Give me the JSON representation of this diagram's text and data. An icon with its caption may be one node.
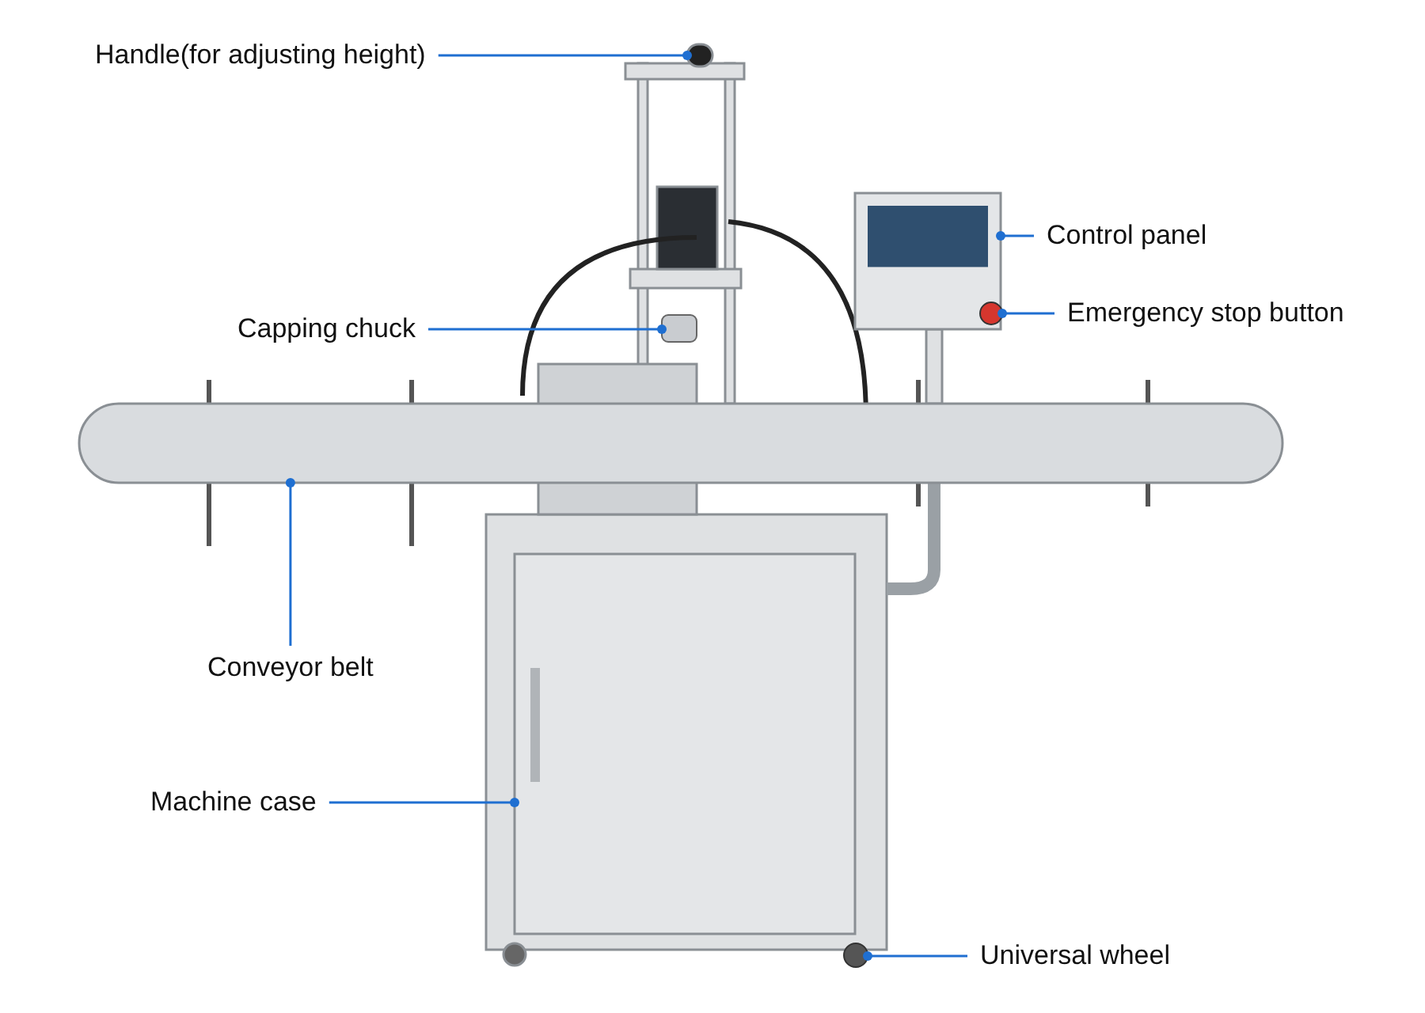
{
  "diagram": {
    "nodes": [
      {
        "text": [
          "Handle(for adjusting height)"
        ]
      },
      {
        "text": [
          "Control panel"
        ]
      },
      {
        "text": [
          "Capping chuck"
        ]
      },
      {
        "text": [
          "Emergency stop button"
        ]
      },
      {
        "text": [
          "Conveyor belt"
        ]
      },
      {
        "text": [
          "Machine case"
        ]
      },
      {
        "text": [
          "Universal wheel"
        ]
      },
      {
        "text": [],
        "shape": "bar"
      },
      {
        "text": [],
        "shape": "box"
      },
      {
        "text": [],
        "shape": "cylinder"
      },
      {
        "text": [],
        "shape": "circle",
        "in": 8
      },
      {
        "text": [],
        "shape": "bar"
      },
      {
        "text": [],
        "shape": "box"
      },
      {
        "text": [],
        "shape": "circle"
      }
    ],
    "edges": [
      {
        "from": 0,
        "to": 7,
        "arrow": "other"
      },
      {
        "from": 1,
        "to": 8,
        "arrow": "other"
      },
      {
        "from": 2,
        "to": 9,
        "arrow": "other"
      },
      {
        "from": 3,
        "to": 10,
        "arrow": "other"
      },
      {
        "from": 4,
        "to": 11,
        "arrow": "other"
      },
      {
        "from": 5,
        "to": 12,
        "arrow": "other"
      },
      {
        "from": 6,
        "to": 13,
        "arrow": "other"
      }
    ]
  }
}
